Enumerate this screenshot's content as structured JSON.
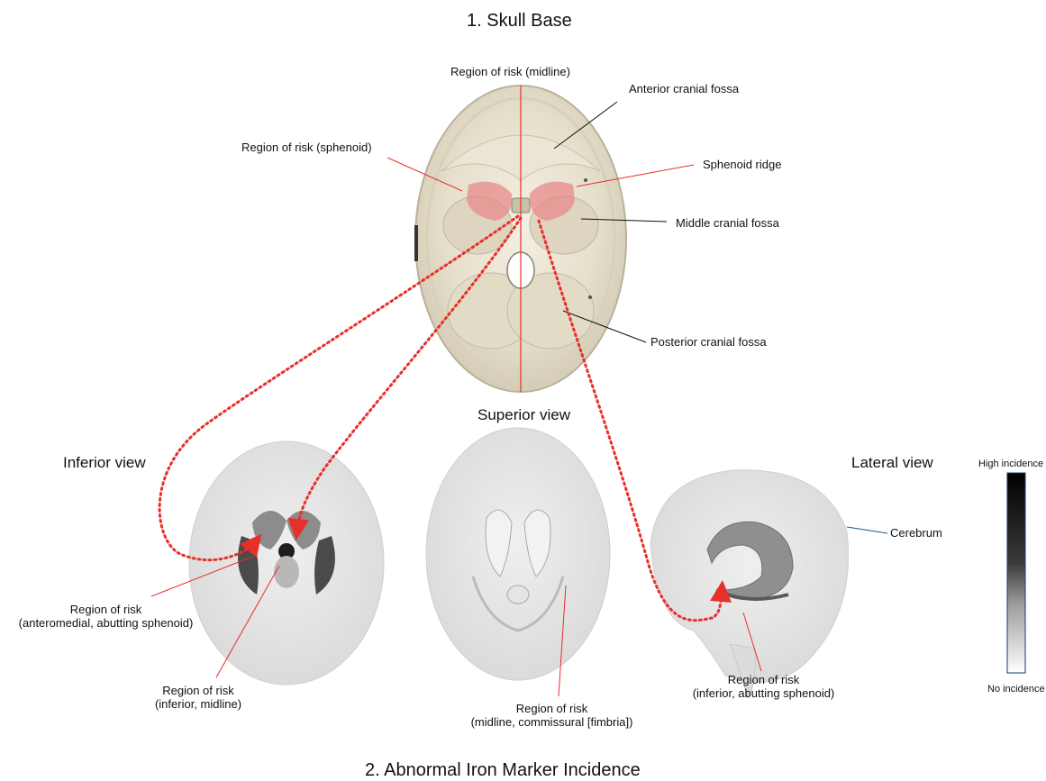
{
  "titles": {
    "section1": "1. Skull Base",
    "section2": "2. Abnormal Iron Marker Incidence"
  },
  "views": {
    "superior": "Superior view",
    "inferior": "Inferior view",
    "lateral": "Lateral view"
  },
  "skull_labels": {
    "midline": "Region of risk (midline)",
    "anterior": "Anterior cranial fossa",
    "sphenoid_risk": "Region of risk (sphenoid)",
    "sphenoid_ridge": "Sphenoid ridge",
    "middle": "Middle cranial fossa",
    "posterior": "Posterior cranial fossa"
  },
  "brain_labels": {
    "cerebrum": "Cerebrum",
    "inf_antero_1": "Region of risk",
    "inf_antero_2": "(anteromedial, abutting sphenoid)",
    "inf_mid_1": "Region of risk",
    "inf_mid_2": "(inferior, midline)",
    "sup_mid_1": "Region of risk",
    "sup_mid_2": "(midline, commissural [fimbria])",
    "lat_1": "Region of risk",
    "lat_2": "(inferior, abutting  sphenoid)"
  },
  "legend": {
    "high": "High incidence",
    "low": "No incidence"
  },
  "colors": {
    "risk_red": "#e8302a",
    "risk_fill": "#e88a8a",
    "bone": "#e8e0cc",
    "brain": "#e6e6e6"
  }
}
